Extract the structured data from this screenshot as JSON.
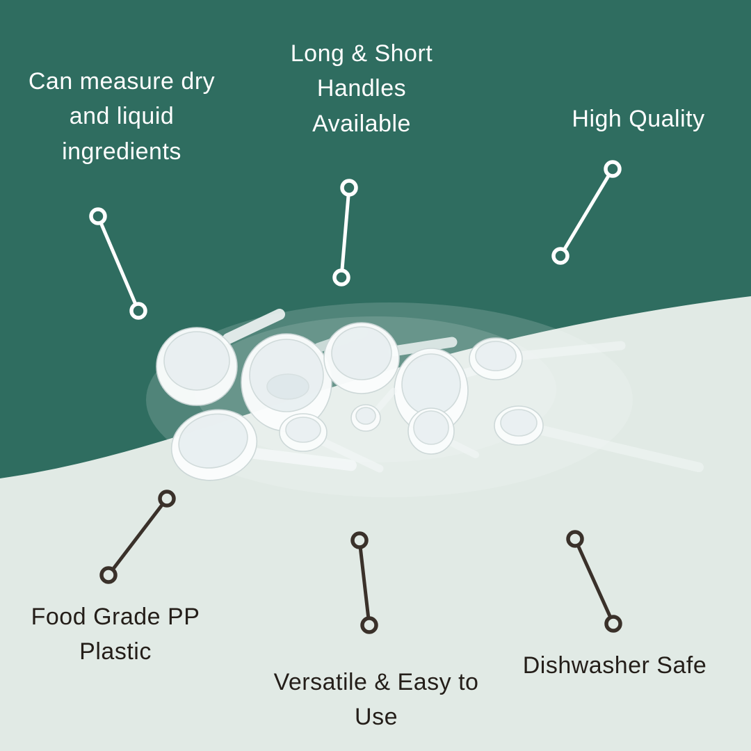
{
  "theme": {
    "teal_background": "#2f6d60",
    "light_background": "#e1eae5",
    "top_text_color": "#ffffff",
    "bottom_text_color": "#241e19",
    "top_connector_color": "#ffffff",
    "bottom_connector_color": "#3a312a",
    "product_color": "#fbfdfd"
  },
  "callouts": {
    "measure": {
      "label": "Can measure dry\nand liquid\ningredients"
    },
    "handles": {
      "label": "Long & Short\nHandles\nAvailable"
    },
    "quality": {
      "label": "High Quality"
    },
    "food_grade": {
      "label": "Food Grade PP\nPlastic"
    },
    "versatile": {
      "label": "Versatile & Easy to\nUse"
    },
    "dishwasher": {
      "label": "Dishwasher Safe"
    }
  },
  "product": {
    "description": "Set of white food-grade PP plastic measuring scoops and spoons with long and short handles"
  }
}
